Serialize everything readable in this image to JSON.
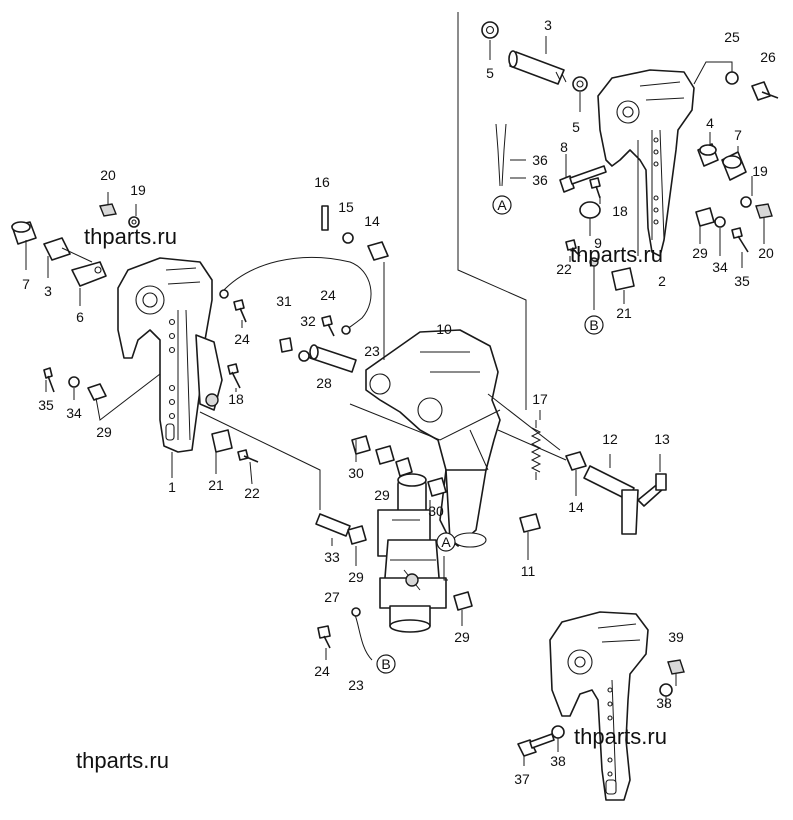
{
  "watermarks": [
    "thparts.ru",
    "thparts.ru",
    "thparts.ru",
    "thparts.ru"
  ],
  "circle_labels": [
    "A",
    "B",
    "A",
    "B"
  ],
  "callouts": [
    "7",
    "3",
    "6",
    "20",
    "19",
    "35",
    "34",
    "29",
    "1",
    "21",
    "22",
    "18",
    "24",
    "16",
    "15",
    "14",
    "31",
    "24",
    "32",
    "23",
    "28",
    "10",
    "17",
    "30",
    "29",
    "30",
    "33",
    "29",
    "27",
    "29",
    "24",
    "23",
    "11",
    "12",
    "13",
    "14",
    "5",
    "3",
    "5",
    "36",
    "36",
    "8",
    "18",
    "9",
    "22",
    "21",
    "2",
    "25",
    "26",
    "4",
    "7",
    "19",
    "29",
    "34",
    "35",
    "20",
    "39",
    "38",
    "38",
    "37"
  ]
}
